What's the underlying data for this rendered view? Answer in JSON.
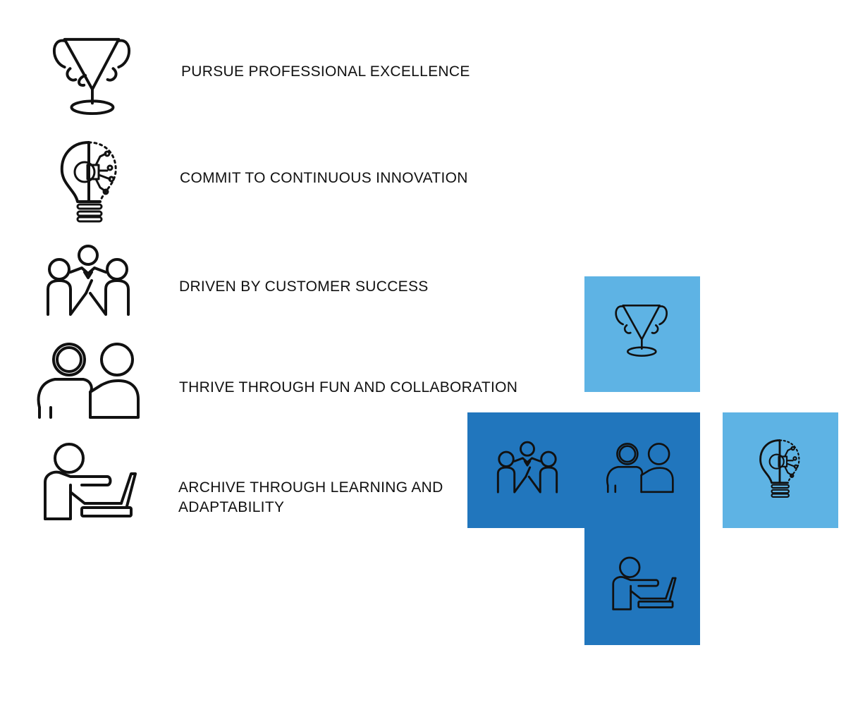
{
  "values": [
    {
      "icon": "trophy-icon",
      "label": "PURSUE PROFESSIONAL EXCELLENCE"
    },
    {
      "icon": "innovation-bulb-icon",
      "label": "COMMIT TO CONTINUOUS INNOVATION"
    },
    {
      "icon": "team-handshake-icon",
      "label": "DRIVEN BY CUSTOMER SUCCESS"
    },
    {
      "icon": "collaboration-people-icon",
      "label": "THRIVE THROUGH FUN AND COLLABORATION"
    },
    {
      "icon": "learning-laptop-icon",
      "label_line1": "ARCHIVE THROUGH LEARNING AND",
      "label_line2": "ADAPTABILITY"
    }
  ],
  "colors": {
    "light_blue": "#5eb3e4",
    "dark_blue": "#2176bd",
    "text": "#111111"
  }
}
